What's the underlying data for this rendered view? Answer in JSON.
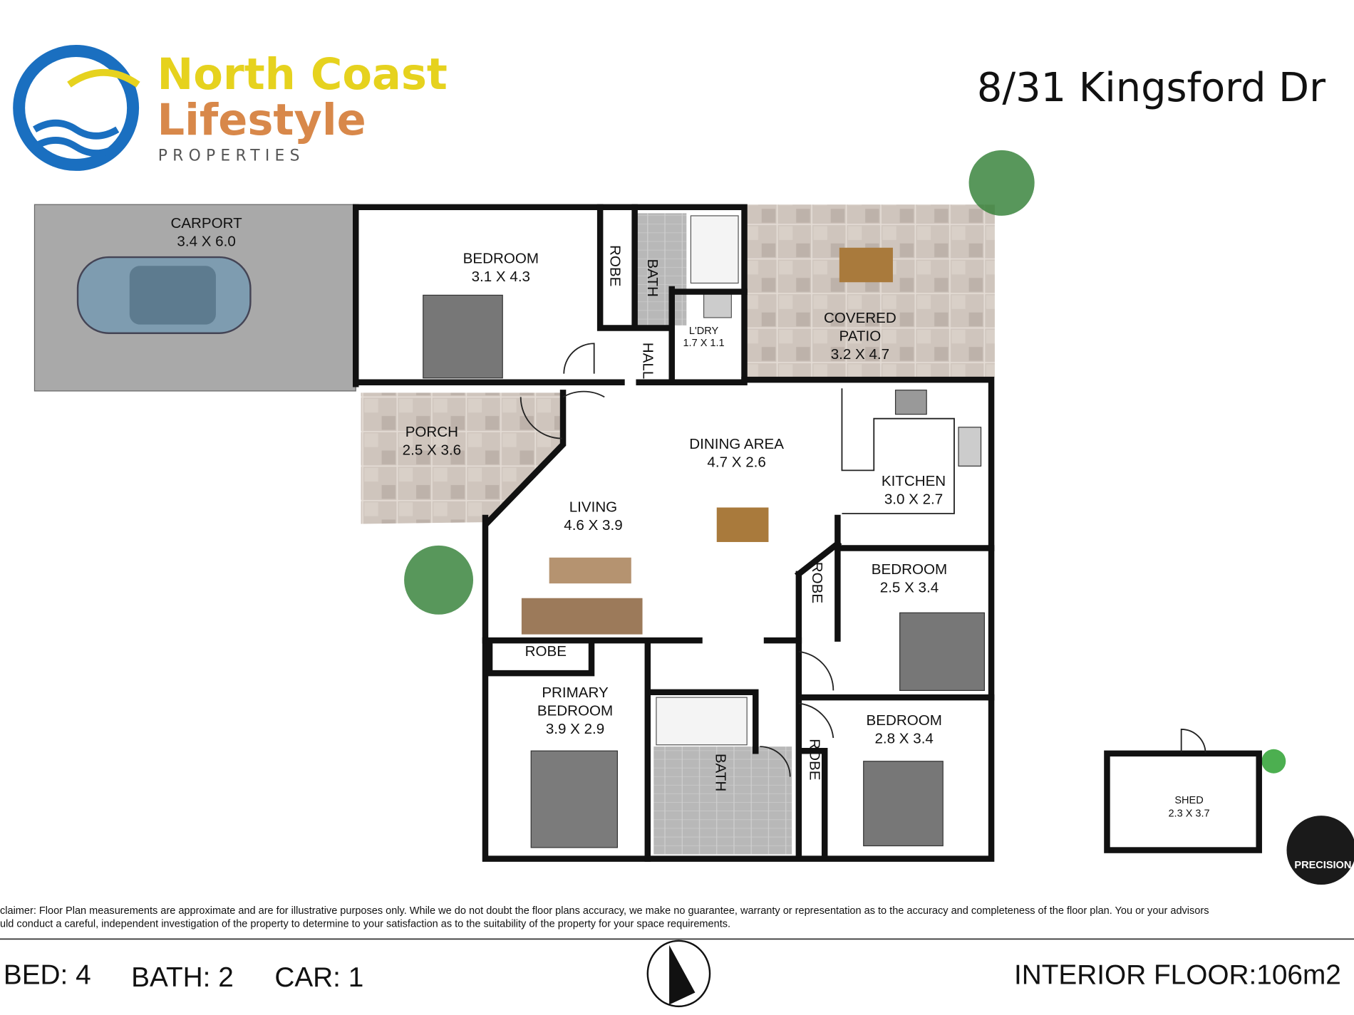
{
  "brand": {
    "name_line1": "North Coast",
    "name_line2": "Lifestyle",
    "name_line3": "PROPERTIES",
    "colors": {
      "blue": "#1a6fc0",
      "yellow": "#e6d21e",
      "orange": "#d8884a",
      "gray": "#555555"
    }
  },
  "title": "8/31 Kingsford Dr",
  "rooms": {
    "carport": {
      "name": "CARPORT",
      "size": "3.4 X 6.0"
    },
    "bedroom1": {
      "name": "BEDROOM",
      "size": "3.1 X 4.3"
    },
    "robe1": {
      "name": "ROBE"
    },
    "bath1": {
      "name": "BATH"
    },
    "laundry": {
      "name": "L'DRY",
      "size": "1.7 X 1.1"
    },
    "hall": {
      "name": "HALL"
    },
    "patio": {
      "name_line1": "COVERED",
      "name_line2": "PATIO",
      "size": "3.2 X 4.7"
    },
    "porch": {
      "name": "PORCH",
      "size": "2.5 X 3.6"
    },
    "dining": {
      "name": "DINING AREA",
      "size": "4.7 X 2.6"
    },
    "kitchen": {
      "name": "KITCHEN",
      "size": "3.0 X 2.7"
    },
    "living": {
      "name": "LIVING",
      "size": "4.6 X 3.9"
    },
    "bedroom2": {
      "name": "BEDROOM",
      "size": "2.5 X 3.4"
    },
    "robe2": {
      "name": "ROBE"
    },
    "robe3": {
      "name": "ROBE"
    },
    "primary": {
      "name_line1": "PRIMARY",
      "name_line2": "BEDROOM",
      "size": "3.9 X 2.9"
    },
    "bath2": {
      "name": "BATH"
    },
    "bedroom3": {
      "name": "BEDROOM",
      "size": "2.8 X 3.4"
    },
    "robe4": {
      "name": "ROBE"
    },
    "shed": {
      "name": "SHED",
      "size": "2.3 X 3.7"
    }
  },
  "photographer_logo": "PRECISION IMAGES",
  "disclaimer": {
    "line1": "claimer: Floor Plan measurements are approximate and are for illustrative purposes only. While we do not doubt the floor plans accuracy, we make no guarantee, warranty or representation as to the accuracy and completeness of the floor plan. You or your advisors",
    "line2": "uld conduct a careful, independent investigation of the property to determine to your satisfaction as to the suitability of the property for your space requirements."
  },
  "stats": {
    "bed": "BED: 4",
    "bath": "BATH: 2",
    "car": "CAR: 1",
    "interior": "INTERIOR FLOOR:106m2"
  }
}
